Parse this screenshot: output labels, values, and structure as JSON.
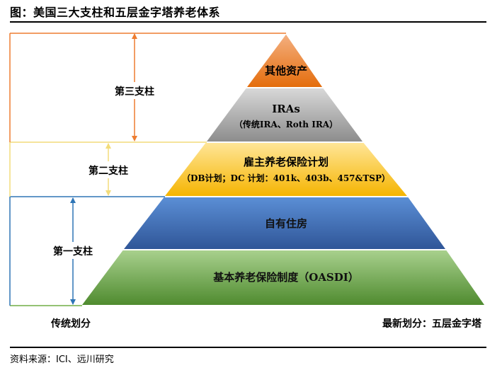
{
  "title": "图：美国三大支柱和五层金字塔养老体系",
  "source": "资料来源：ICI、远川研究",
  "pillars": [
    {
      "label": "第三支柱",
      "color": "#ED7D31"
    },
    {
      "label": "第二支柱",
      "color": "#F6E58D"
    },
    {
      "label": "第一支柱",
      "color": "#2E75B6"
    }
  ],
  "layers": [
    {
      "line1": "其他资产",
      "line2": "",
      "color": "#ED7D31"
    },
    {
      "line1": "IRAs",
      "line2": "（传统IRA、Roth IRA）",
      "color": "#A6A6A6"
    },
    {
      "line1": "雇主养老保险计划",
      "line2": "（DB计划；DC 计划：401k、403b、457&TSP）",
      "color": "#FFC000"
    },
    {
      "line1": "自有住房",
      "line2": "",
      "color": "#4472C4"
    },
    {
      "line1": "基本养老保险制度（OASDI）",
      "line2": "",
      "color": "#70AD47"
    }
  ],
  "bottom_left_label": "传统划分",
  "bottom_right_label": "最新划分：五层金字塔"
}
